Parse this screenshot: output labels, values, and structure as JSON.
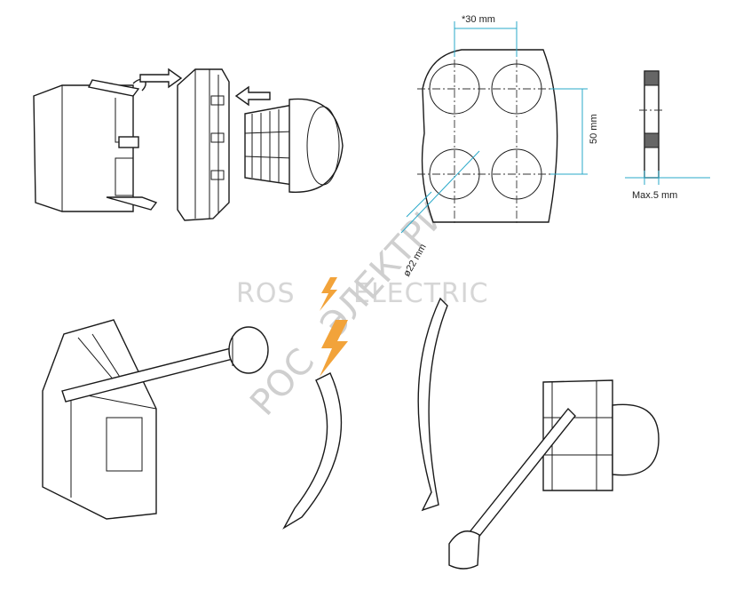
{
  "dimensions": {
    "spacing_horizontal": "*30 mm",
    "spacing_vertical": "50 mm",
    "hole_diameter": "ø22 mm",
    "panel_thickness": "Max.5 mm"
  },
  "watermark": {
    "latin": "ROS",
    "latin_tail": "ELECTRIC",
    "cyrillic_left": "РОС",
    "cyrillic_right": "ЭЛЕКТРИК"
  },
  "colors": {
    "dimension_line": "#2aa9c9",
    "watermark": "#cfcfcf",
    "lightning": "#f2a33a"
  }
}
